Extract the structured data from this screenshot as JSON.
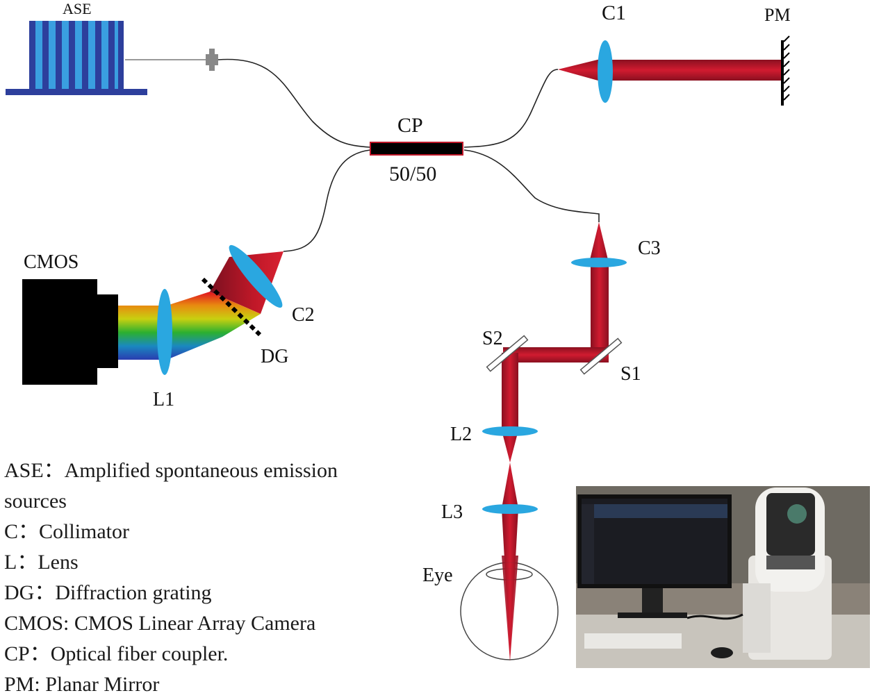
{
  "labels": {
    "ase": "ASE",
    "c1": "C1",
    "pm": "PM",
    "cp": "CP",
    "ratio": "50/50",
    "cmos": "CMOS",
    "c2": "C2",
    "dg": "DG",
    "l1": "L1",
    "c3": "C3",
    "s1": "S1",
    "s2": "S2",
    "l2": "L2",
    "l3": "L3",
    "eye": "Eye"
  },
  "legend": [
    "ASE：Amplified spontaneous emission",
    "sources",
    "C：Collimator",
    "L：Lens",
    "DG：Diffraction grating",
    "CMOS: CMOS Linear Array Camera",
    "CP：Optical fiber coupler.",
    "PM: Planar Mirror"
  ],
  "colors": {
    "beam_red": "#c0182a",
    "beam_dark": "#6e0f1c",
    "lens_blue": "#2aa7e0",
    "ase_blue": "#2d3f9c",
    "ase_light": "#3a9fe0",
    "fiber": "#222222"
  }
}
